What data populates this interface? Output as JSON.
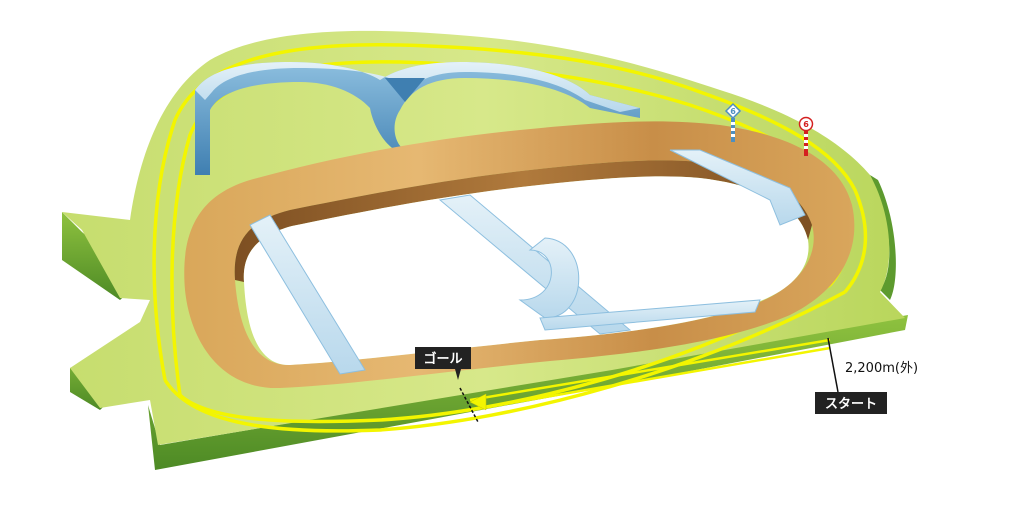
{
  "course": {
    "goal_label": "ゴール",
    "start_label": "スタート",
    "distance_label": "2,200m(外)",
    "furlong_marker_blue": "6",
    "furlong_marker_red": "6"
  },
  "colors": {
    "turf_light": "#cfe27a",
    "turf_mid": "#9cc744",
    "turf_dark": "#5d9a2e",
    "rail_yellow": "#f3f500",
    "dirt_light": "#e2b46d",
    "dirt_mid": "#c78d46",
    "dirt_dark": "#8a5a2a",
    "inner_blue_light": "#d5e8f2",
    "inner_blue_mid": "#9fc9e3",
    "inner_blue_dark": "#4f8fbf",
    "label_bg": "#222222"
  }
}
